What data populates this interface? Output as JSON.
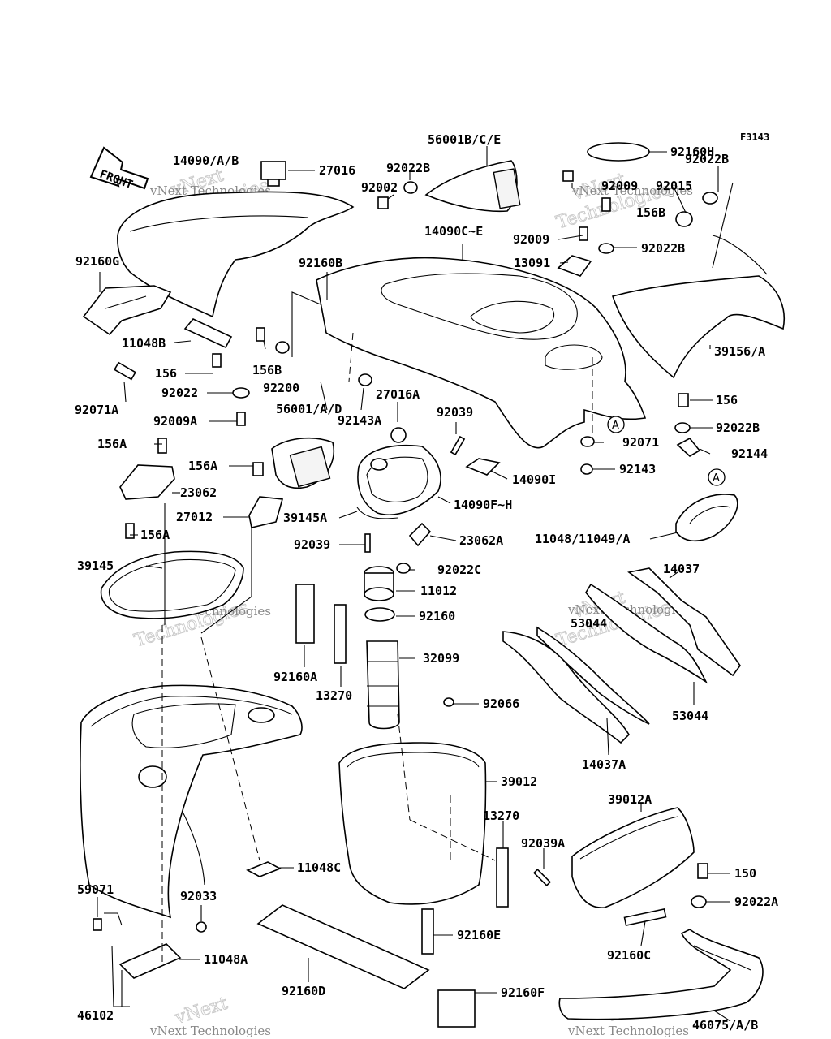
{
  "diagram_code": "F3143",
  "front_label": "FRONT",
  "watermark": {
    "line1": "vNext",
    "line2": "Technologies",
    "line3": "vNext Technologies"
  },
  "ref_marker": "A",
  "labels": {
    "p14090AB": "14090/A/B",
    "p27016": "27016",
    "p56001BCE": "56001B/C/E",
    "p92160H": "92160H",
    "p92022B_a": "92022B",
    "p92022B_b": "92022B",
    "p92002": "92002",
    "p92009_a": "92009",
    "p92015": "92015",
    "p156B_a": "156B",
    "p14090CE": "14090C~E",
    "p92009_b": "92009",
    "p13091": "13091",
    "p92022B_c": "92022B",
    "p92160G": "92160G",
    "p92160B": "92160B",
    "p39156A": "39156/A",
    "p11048B": "11048B",
    "p156": "156",
    "p156B_b": "156B",
    "p92200": "92200",
    "p92022": "92022",
    "p92071A": "92071A",
    "p92009A": "92009A",
    "p56001AD": "56001/A/D",
    "p27016A": "27016A",
    "p92143A": "92143A",
    "p92039_a": "92039",
    "p156_b": "156",
    "p92022B_d": "92022B",
    "p92071": "92071",
    "p92144": "92144",
    "p92143": "92143",
    "p156A_a": "156A",
    "p156A_b": "156A",
    "p23062": "23062",
    "p27012": "27012",
    "p14090I": "14090I",
    "p14090FH": "14090F~H",
    "p39145A": "39145A",
    "p92039_b": "92039",
    "p23062A": "23062A",
    "p11048_11049A": "11048/11049/A",
    "p156A_c": "156A",
    "p39145": "39145",
    "p92022C": "92022C",
    "p11012": "11012",
    "p14037": "14037",
    "p92160": "92160",
    "p53044_a": "53044",
    "p32099": "32099",
    "p92160A": "92160A",
    "p13270_a": "13270",
    "p53044_b": "53044",
    "p92066": "92066",
    "p14037A": "14037A",
    "p39012": "39012",
    "p39012A": "39012A",
    "p13270_b": "13270",
    "p92039A": "92039A",
    "p11048C": "11048C",
    "p150": "150",
    "p59071": "59071",
    "p92033": "92033",
    "p92022A": "92022A",
    "p92160E": "92160E",
    "p11048A": "11048A",
    "p92160C": "92160C",
    "p92160D": "92160D",
    "p92160F": "92160F",
    "p46102": "46102",
    "p46075AB": "46075/A/B"
  }
}
